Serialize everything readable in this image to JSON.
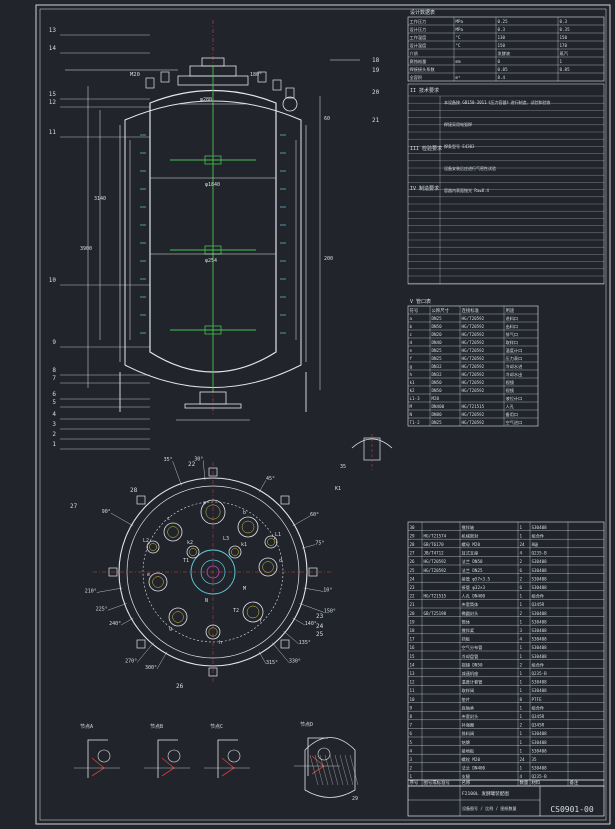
{
  "drawing": {
    "number": "CS0901-00",
    "title_block_lines": [
      "F2100L 发酵罐装配图",
      "设备图号 / 比例 / 图纸数量"
    ],
    "main_view": {
      "dims": [
        "M20",
        "3140",
        "3900",
        "φ1840",
        "φ280",
        "φ254",
        "60",
        "200"
      ],
      "callouts": [
        "13",
        "14",
        "15",
        "12",
        "11",
        "10",
        "9",
        "8",
        "7",
        "6",
        "5",
        "4",
        "3",
        "2",
        "1",
        "18",
        "19",
        "20",
        "21"
      ],
      "angle_labels": [
        "180°"
      ]
    },
    "plan_view": {
      "angles": [
        "35°",
        "30°",
        "45°",
        "90°",
        "60°",
        "75°",
        "210°",
        "225°",
        "240°",
        "270°",
        "300°",
        "315°",
        "330°",
        "135°",
        "140°",
        "150°",
        "10°"
      ],
      "nozzle_marks": [
        "a",
        "b",
        "c",
        "d",
        "e",
        "f",
        "g",
        "h",
        "k1",
        "k2",
        "L1",
        "L2",
        "L3",
        "N",
        "M",
        "T1",
        "T2"
      ],
      "callouts": [
        "22",
        "23",
        "24",
        "25",
        "26",
        "27",
        "28"
      ]
    },
    "details": [
      "节点A",
      "节点B",
      "节点C",
      "节点D"
    ]
  },
  "design_table": {
    "title": "设计数据表",
    "rows": [
      [
        "工作压力",
        "MPa",
        "0.25",
        "0.3"
      ],
      [
        "设计压力",
        "MPa",
        "0.3",
        "0.35"
      ],
      [
        "工作温度",
        "°C",
        "130",
        "150"
      ],
      [
        "设计温度",
        "°C",
        "150",
        "170"
      ],
      [
        "介质",
        "",
        "发酵液",
        "蒸汽"
      ],
      [
        "腐蚀裕量",
        "mm",
        "0",
        "1"
      ],
      [
        "焊接接头系数",
        "",
        "0.85",
        "0.85"
      ],
      [
        "全容积",
        "m³",
        "8.4",
        ""
      ]
    ]
  },
  "notes": {
    "sections": [
      "II 技术要求",
      "III 检验要求",
      "IV 制造要求",
      "V 管口表"
    ],
    "lines": [
      "本设备按 GB150-2011《压力容器》进行制造、试验和验收",
      "焊接采用电弧焊",
      "焊条型号 E4303",
      "设备安装后应进行气密性试验",
      "容器内表面抛光 Ra≤0.4"
    ]
  },
  "nozzle_table": {
    "header": [
      "符号",
      "公称尺寸",
      "连接标准",
      "用途"
    ],
    "rows": [
      [
        "a",
        "DN25",
        "HG/T20592",
        "进料口"
      ],
      [
        "b",
        "DN50",
        "HG/T20592",
        "出料口"
      ],
      [
        "c",
        "DN20",
        "HG/T20592",
        "排气口"
      ],
      [
        "d",
        "DN40",
        "HG/T20592",
        "取样口"
      ],
      [
        "e",
        "DN25",
        "HG/T20592",
        "温度计口"
      ],
      [
        "f",
        "DN25",
        "HG/T20592",
        "压力表口"
      ],
      [
        "g",
        "DN32",
        "HG/T20592",
        "冷却水进"
      ],
      [
        "h",
        "DN32",
        "HG/T20592",
        "冷却水出"
      ],
      [
        "k1",
        "DN50",
        "HG/T20592",
        "视镜"
      ],
      [
        "k2",
        "DN50",
        "HG/T20592",
        "视镜"
      ],
      [
        "L1-3",
        "M20",
        "",
        "液位计口"
      ],
      [
        "M",
        "DN400",
        "HG/T21515",
        "人孔"
      ],
      [
        "N",
        "DN80",
        "HG/T20592",
        "备用口"
      ],
      [
        "T1-2",
        "DN25",
        "HG/T20592",
        "空气进口"
      ]
    ]
  },
  "bom_table": {
    "header": [
      "序号",
      "图号或标准号",
      "名称",
      "数量",
      "材料",
      "备注"
    ],
    "rows": [
      [
        "30",
        "",
        "搅拌轴",
        "1",
        "S30408",
        ""
      ],
      [
        "29",
        "HG/T21574",
        "机械密封",
        "1",
        "组合件",
        ""
      ],
      [
        "28",
        "GB/T6170",
        "螺母 M20",
        "24",
        "8级",
        ""
      ],
      [
        "27",
        "JB/T4712",
        "耳式支座",
        "4",
        "Q235-B",
        ""
      ],
      [
        "26",
        "HG/T20592",
        "法兰 DN50",
        "2",
        "S30408",
        ""
      ],
      [
        "25",
        "HG/T20592",
        "法兰 DN25",
        "6",
        "S30408",
        ""
      ],
      [
        "24",
        "",
        "接管 φ57×3.5",
        "2",
        "S30408",
        ""
      ],
      [
        "23",
        "",
        "接管 φ32×3",
        "6",
        "S30408",
        ""
      ],
      [
        "22",
        "HG/T21515",
        "人孔 DN400",
        "1",
        "组合件",
        ""
      ],
      [
        "21",
        "",
        "夹套筒体",
        "1",
        "Q345R",
        ""
      ],
      [
        "20",
        "GB/T25198",
        "椭圆封头",
        "2",
        "S30408",
        ""
      ],
      [
        "19",
        "",
        "筒体",
        "1",
        "S30408",
        ""
      ],
      [
        "18",
        "",
        "搅拌桨",
        "3",
        "S30408",
        ""
      ],
      [
        "17",
        "",
        "挡板",
        "4",
        "S30408",
        ""
      ],
      [
        "16",
        "",
        "空气分布管",
        "1",
        "S30408",
        ""
      ],
      [
        "15",
        "",
        "冷却盘管",
        "1",
        "S30408",
        ""
      ],
      [
        "14",
        "",
        "视镜 DN50",
        "2",
        "组合件",
        ""
      ],
      [
        "13",
        "",
        "减速机座",
        "1",
        "Q235-B",
        ""
      ],
      [
        "12",
        "",
        "温度计套管",
        "1",
        "S30408",
        ""
      ],
      [
        "11",
        "",
        "取样阀",
        "1",
        "S30408",
        ""
      ],
      [
        "10",
        "",
        "垫片",
        "8",
        "PTFE",
        ""
      ],
      [
        "9",
        "",
        "底轴承",
        "1",
        "组合件",
        ""
      ],
      [
        "8",
        "",
        "夹套封头",
        "1",
        "Q345R",
        ""
      ],
      [
        "7",
        "",
        "补强圈",
        "2",
        "Q345R",
        ""
      ],
      [
        "6",
        "",
        "排料阀",
        "1",
        "S30408",
        ""
      ],
      [
        "5",
        "",
        "铭牌",
        "1",
        "S30408",
        ""
      ],
      [
        "4",
        "",
        "接地板",
        "1",
        "S30408",
        ""
      ],
      [
        "3",
        "",
        "螺栓 M20",
        "24",
        "35",
        ""
      ],
      [
        "2",
        "",
        "法兰 DN400",
        "1",
        "S30408",
        ""
      ],
      [
        "1",
        "",
        "支腿",
        "4",
        "Q235-B",
        ""
      ]
    ]
  }
}
